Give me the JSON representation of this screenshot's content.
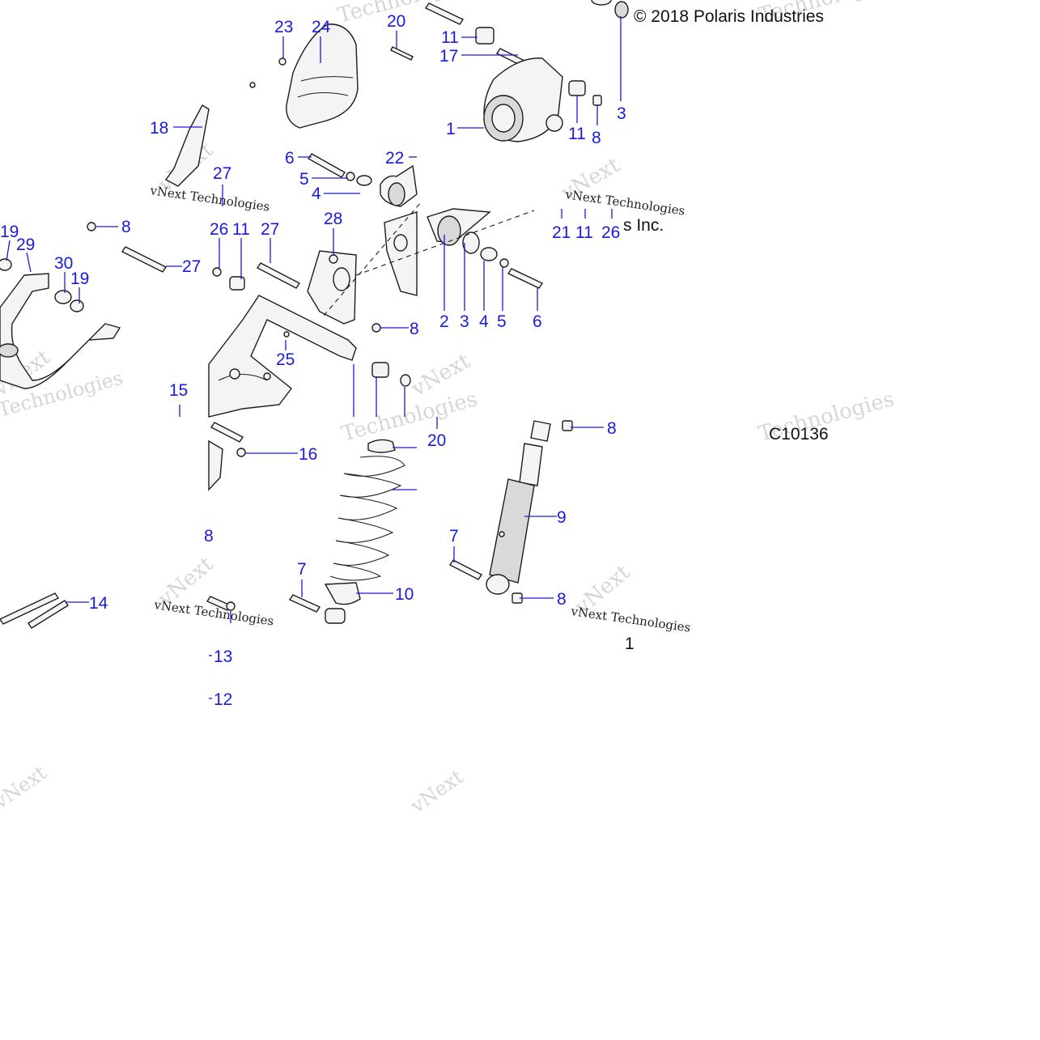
{
  "copyright": "© 2018 Polaris Industries",
  "copyright_fragment": "s Inc.",
  "diagram_code": "C10136",
  "watermark": {
    "line1": "vNext",
    "line2": "Technologies",
    "line3": "vNext Technologies"
  },
  "callouts": [
    {
      "id": "c23",
      "text": "23"
    },
    {
      "id": "c24",
      "text": "24"
    },
    {
      "id": "c20a",
      "text": "20"
    },
    {
      "id": "c11a",
      "text": "11"
    },
    {
      "id": "c17",
      "text": "17"
    },
    {
      "id": "c1",
      "text": "1"
    },
    {
      "id": "c11b",
      "text": "11"
    },
    {
      "id": "c8a",
      "text": "8"
    },
    {
      "id": "c3a",
      "text": "3"
    },
    {
      "id": "c18",
      "text": "18"
    },
    {
      "id": "c6a",
      "text": "6"
    },
    {
      "id": "c22",
      "text": "22"
    },
    {
      "id": "c5a",
      "text": "5"
    },
    {
      "id": "c4a",
      "text": "4"
    },
    {
      "id": "c27a",
      "text": "27"
    },
    {
      "id": "c21",
      "text": "21"
    },
    {
      "id": "c11c",
      "text": "11"
    },
    {
      "id": "c26a",
      "text": "26"
    },
    {
      "id": "c19a",
      "text": "19"
    },
    {
      "id": "c29",
      "text": "29"
    },
    {
      "id": "c8b",
      "text": "8"
    },
    {
      "id": "c26b",
      "text": "26"
    },
    {
      "id": "c11d",
      "text": "11"
    },
    {
      "id": "c27b",
      "text": "27"
    },
    {
      "id": "c28",
      "text": "28"
    },
    {
      "id": "c30",
      "text": "30"
    },
    {
      "id": "c19b",
      "text": "19"
    },
    {
      "id": "c27c",
      "text": "27"
    },
    {
      "id": "c2",
      "text": "2"
    },
    {
      "id": "c3b",
      "text": "3"
    },
    {
      "id": "c4b",
      "text": "4"
    },
    {
      "id": "c5b",
      "text": "5"
    },
    {
      "id": "c6b",
      "text": "6"
    },
    {
      "id": "c8c",
      "text": "8"
    },
    {
      "id": "c25",
      "text": "25"
    },
    {
      "id": "c15",
      "text": "15"
    },
    {
      "id": "c20b",
      "text": "20"
    },
    {
      "id": "c8d",
      "text": "8"
    },
    {
      "id": "c16",
      "text": "16"
    },
    {
      "id": "c9",
      "text": "9"
    },
    {
      "id": "c8e",
      "text": "8"
    },
    {
      "id": "c7a",
      "text": "7"
    },
    {
      "id": "c7b",
      "text": "7"
    },
    {
      "id": "c10",
      "text": "10"
    },
    {
      "id": "c8f",
      "text": "8"
    },
    {
      "id": "c14",
      "text": "14"
    },
    {
      "id": "c13",
      "text": "13"
    },
    {
      "id": "c12",
      "text": "12"
    },
    {
      "id": "c1b",
      "text": "1"
    }
  ]
}
